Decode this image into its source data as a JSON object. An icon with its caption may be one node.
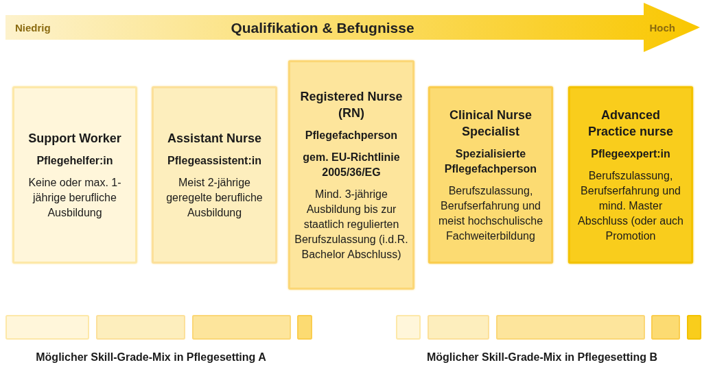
{
  "diagram": {
    "nodes": [
      {
        "text": [
          "Niedrig",
          "Qualifikation & Befugnisse",
          "Hoch"
        ]
      },
      {
        "text": [
          "Support Worker",
          "Pflegehelfer:in",
          "Keine oder max. 1-jährige berufliche Ausbildung"
        ]
      },
      {
        "text": [
          "Assistant Nurse",
          "Pflegeassistent:in",
          "Meist 2-jährige geregelte berufliche Ausbildung"
        ]
      },
      {
        "text": [
          "Registered Nurse (RN)",
          "Pflegefachperson",
          "gem. EU-Richtlinie 2005/36/EG",
          "Mind. 3-jährige Ausbildung bis zur staatlich regulierten Berufszulassung (i.d.R. Bachelor Abschluss)"
        ]
      },
      {
        "text": [
          "Clinical Nurse Specialist",
          "Spezialisierte Pflegefachperson",
          "Berufszulassung, Berufserfahrung und meist hochschulische Fachweiterbildung"
        ]
      },
      {
        "text": [
          "Advanced Practice nurse",
          "Pflegeexpert:in",
          "Berufszulassung, Berufserfahrung und mind. Master Abschluss (oder auch Promotion"
        ]
      },
      {
        "text": [],
        "shape": "bar"
      },
      {
        "text": [],
        "shape": "bar"
      },
      {
        "text": [],
        "shape": "bar"
      },
      {
        "text": [],
        "shape": "bar"
      },
      {
        "text": [],
        "shape": "bar"
      },
      {
        "text": [],
        "shape": "bar"
      },
      {
        "text": [],
        "shape": "bar"
      },
      {
        "text": [],
        "shape": "bar"
      },
      {
        "text": [],
        "shape": "bar"
      }
    ],
    "labels": [
      "Möglicher Skill-Grade-Mix in Pflegesetting A",
      "Möglicher Skill-Grade-Mix in Pflegesetting B"
    ]
  }
}
